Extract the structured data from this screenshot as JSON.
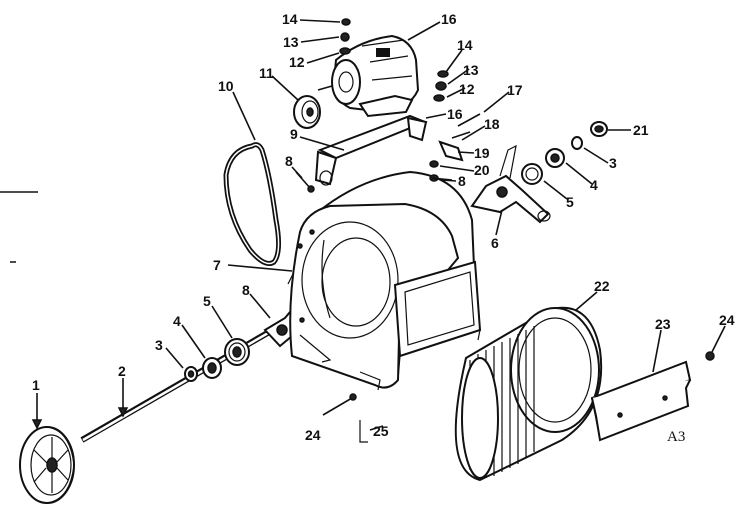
{
  "diagram": {
    "callouts": [
      "1",
      "2",
      "3",
      "4",
      "5",
      "6",
      "7",
      "8",
      "9",
      "10",
      "11",
      "12",
      "13",
      "14",
      "16",
      "17",
      "18",
      "19",
      "20",
      "21",
      "22",
      "23",
      "24",
      "25"
    ],
    "labels": {
      "p1": "1",
      "p2": "2",
      "p3a": "3",
      "p4a": "4",
      "p5a": "5",
      "p8a": "8",
      "p7": "7",
      "p10": "10",
      "p11": "11",
      "p9": "9",
      "p8b": "8",
      "p14a": "14",
      "p13a": "13",
      "p12a": "12",
      "p16a": "16",
      "p14b": "14",
      "p13b": "13",
      "p12b": "12",
      "p16b": "16",
      "p17": "17",
      "p18": "18",
      "p19": "19",
      "p20": "20",
      "p8c": "8",
      "p21": "21",
      "p3b": "3",
      "p4b": "4",
      "p5b": "5",
      "p6": "6",
      "p22": "22",
      "p23": "23",
      "p24a": "24",
      "p24b": "24",
      "p25": "25"
    },
    "reference": "A3"
  }
}
